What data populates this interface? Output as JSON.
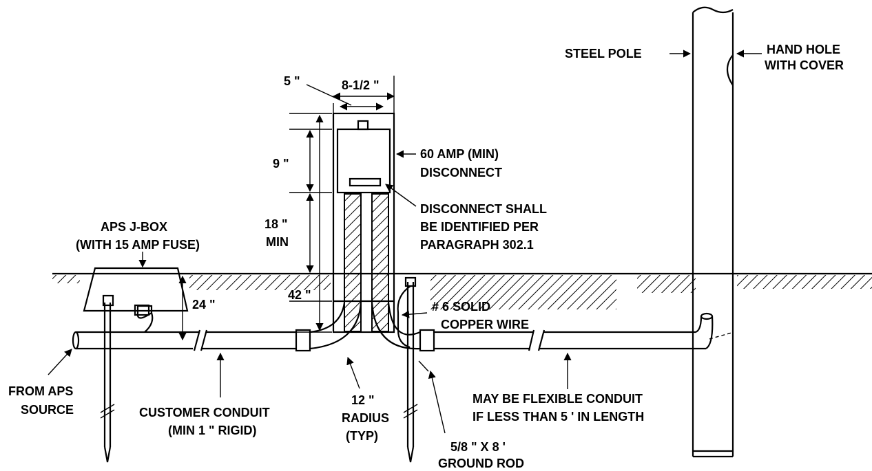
{
  "diagram": {
    "labels": {
      "steel_pole": "STEEL POLE",
      "hand_hole_1": "HAND HOLE",
      "hand_hole_2": "WITH COVER",
      "dim_width_outer": "8-1/2 \"",
      "dim_width_inner": "5 \"",
      "dim_9": "9 \"",
      "dim_18": "18 \"",
      "dim_min": "MIN",
      "dim_24": "24 \"",
      "dim_42": "42 \"",
      "disconnect_1": "60 AMP (MIN)",
      "disconnect_2": "DISCONNECT",
      "disc_ident_1": "DISCONNECT SHALL",
      "disc_ident_2": "BE IDENTIFIED PER",
      "disc_ident_3": "PARAGRAPH 302.1",
      "jbox_1": "APS J-BOX",
      "jbox_2": "(WITH 15 AMP FUSE)",
      "wire_1": "# 6 SOLID",
      "wire_2": "COPPER WIRE",
      "from_aps_1": "FROM APS",
      "from_aps_2": "SOURCE",
      "cust_conduit_1": "CUSTOMER CONDUIT",
      "cust_conduit_2": "(MIN 1 \" RIGID)",
      "radius_1": "12 \"",
      "radius_2": "RADIUS",
      "radius_3": "(TYP)",
      "flex_1": "MAY BE FLEXIBLE CONDUIT",
      "flex_2": "IF LESS THAN 5 ' IN LENGTH",
      "ground_rod_1": "5/8 \" X 8 '",
      "ground_rod_2": "GROUND ROD"
    }
  }
}
